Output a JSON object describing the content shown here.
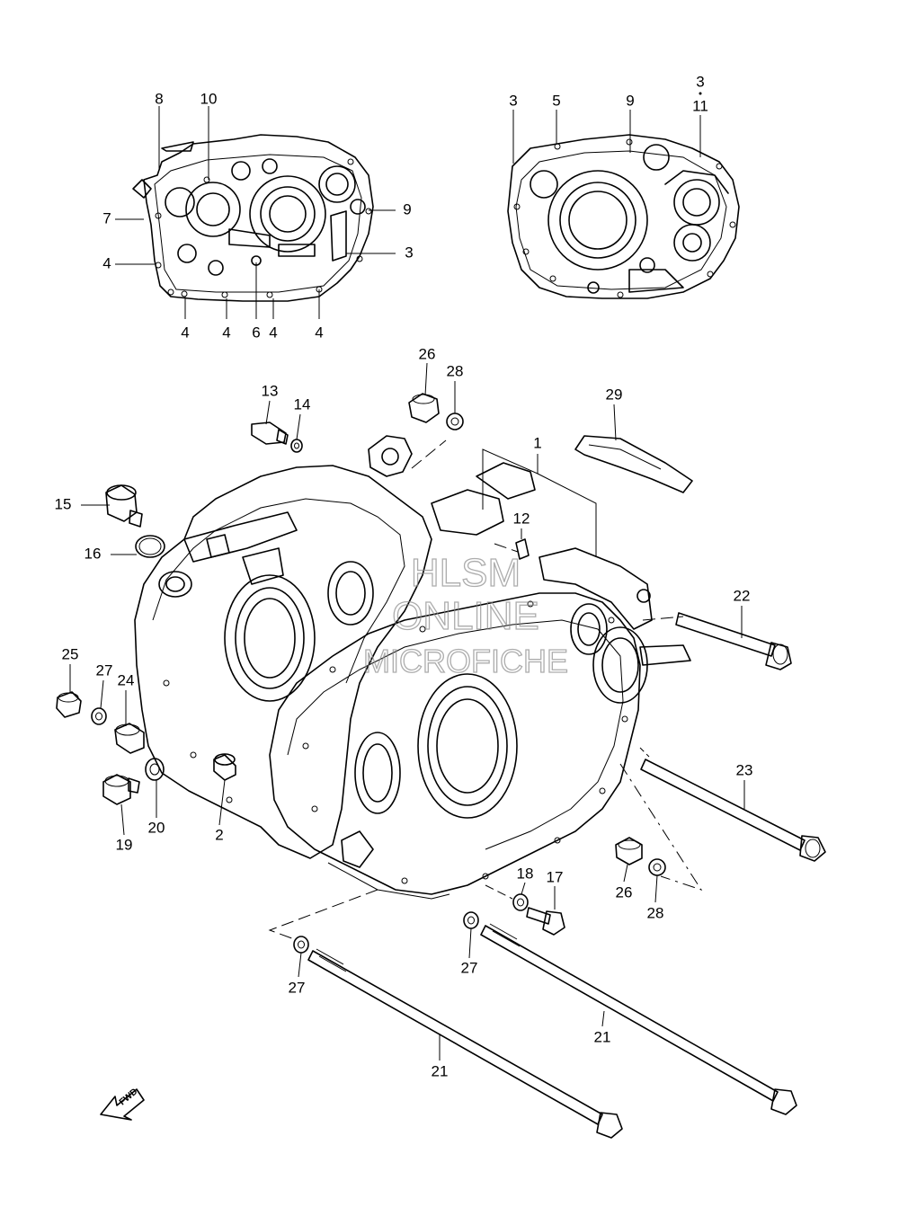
{
  "watermark": {
    "line1": "HLSM",
    "line2": "ONLINE",
    "line3": "MICROFICHE"
  },
  "direction_label": "FWD",
  "callouts": [
    {
      "id": "c8",
      "label": "8"
    },
    {
      "id": "c10",
      "label": "10"
    },
    {
      "id": "c7",
      "label": "7"
    },
    {
      "id": "c9a",
      "label": "9"
    },
    {
      "id": "c4a",
      "label": "4"
    },
    {
      "id": "c3a",
      "label": "3"
    },
    {
      "id": "c4b",
      "label": "4"
    },
    {
      "id": "c4c",
      "label": "4"
    },
    {
      "id": "c6",
      "label": "6"
    },
    {
      "id": "c4d",
      "label": "4"
    },
    {
      "id": "c4e",
      "label": "4"
    },
    {
      "id": "c3b",
      "label": "3"
    },
    {
      "id": "c5",
      "label": "5"
    },
    {
      "id": "c9b",
      "label": "9"
    },
    {
      "id": "c3c",
      "label": "3"
    },
    {
      "id": "c11",
      "label": "11"
    },
    {
      "id": "c26a",
      "label": "26"
    },
    {
      "id": "c28a",
      "label": "28"
    },
    {
      "id": "c13",
      "label": "13"
    },
    {
      "id": "c14",
      "label": "14"
    },
    {
      "id": "c29",
      "label": "29"
    },
    {
      "id": "c1",
      "label": "1"
    },
    {
      "id": "c15",
      "label": "15"
    },
    {
      "id": "c12",
      "label": "12"
    },
    {
      "id": "c16",
      "label": "16"
    },
    {
      "id": "c22",
      "label": "22"
    },
    {
      "id": "c25",
      "label": "25"
    },
    {
      "id": "c27a",
      "label": "27"
    },
    {
      "id": "c24",
      "label": "24"
    },
    {
      "id": "c23",
      "label": "23"
    },
    {
      "id": "c19",
      "label": "19"
    },
    {
      "id": "c20",
      "label": "20"
    },
    {
      "id": "c2",
      "label": "2"
    },
    {
      "id": "c26b",
      "label": "26"
    },
    {
      "id": "c28b",
      "label": "28"
    },
    {
      "id": "c18",
      "label": "18"
    },
    {
      "id": "c17",
      "label": "17"
    },
    {
      "id": "c27b",
      "label": "27"
    },
    {
      "id": "c27c",
      "label": "27"
    },
    {
      "id": "c21a",
      "label": "21"
    },
    {
      "id": "c21b",
      "label": "21"
    }
  ]
}
